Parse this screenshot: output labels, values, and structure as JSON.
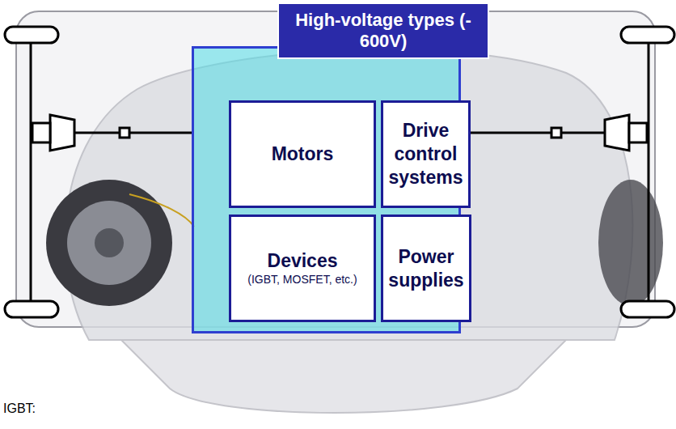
{
  "diagram": {
    "nodes": [
      {
        "text": [
          "High-voltage types (- 600V)"
        ]
      },
      {
        "text": [
          "Motors"
        ],
        "in": 0
      },
      {
        "text": [
          "Drive control systems"
        ],
        "in": 0
      },
      {
        "text": [
          "Devices",
          "(IGBT, MOSFET, etc.)"
        ],
        "in": 0
      },
      {
        "text": [
          "Power supplies"
        ],
        "in": 0
      }
    ],
    "labels": [
      "IGBT:"
    ]
  }
}
